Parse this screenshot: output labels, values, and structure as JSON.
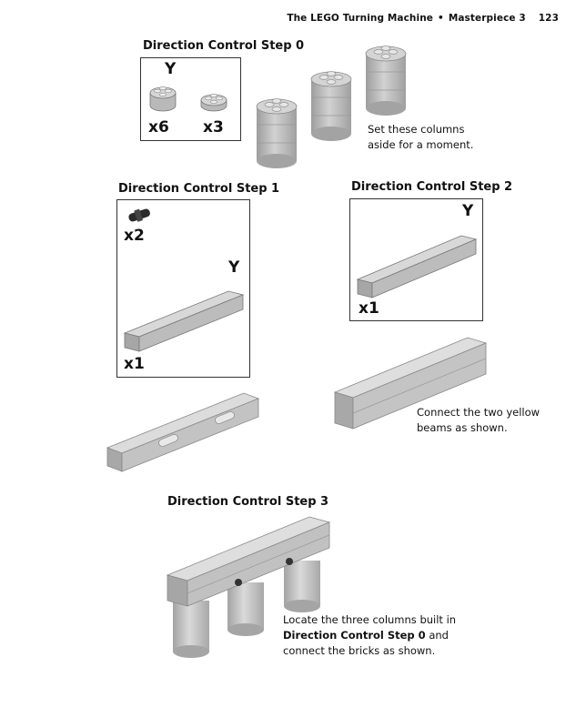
{
  "header": {
    "chapter": "The LEGO Turning Machine",
    "separator": "•",
    "section": "Masterpiece 3",
    "page_number": "123"
  },
  "steps": [
    {
      "title": "Direction Control Step 0",
      "color_code": "Y",
      "parts": [
        {
          "icon": "round-brick-2x2",
          "qty": "x6"
        },
        {
          "icon": "round-plate-2x2",
          "qty": "x3"
        }
      ],
      "caption_line1": "Set these columns",
      "caption_line2": "aside for a moment."
    },
    {
      "title": "Direction Control Step 1",
      "color_code": "Y",
      "parts": [
        {
          "icon": "technic-pin",
          "qty": "x2"
        },
        {
          "icon": "technic-beam-1x10",
          "qty": "x1"
        }
      ]
    },
    {
      "title": "Direction Control Step 2",
      "color_code": "Y",
      "parts": [
        {
          "icon": "technic-beam-1x10",
          "qty": "x1"
        }
      ],
      "caption_line1": "Connect the two yellow",
      "caption_line2": "beams as shown."
    },
    {
      "title": "Direction Control Step 3",
      "caption_line1": "Locate the three columns built in",
      "caption_line2_bold": "Direction Control Step 0",
      "caption_line2_rest": " and",
      "caption_line3": "connect the bricks as shown."
    }
  ],
  "colors": {
    "brick_light": "#d4d4d4",
    "brick_mid": "#bdbdbd",
    "brick_dark": "#8f8f8f",
    "box_border": "#333333",
    "pin_dark": "#2b2b2b"
  }
}
